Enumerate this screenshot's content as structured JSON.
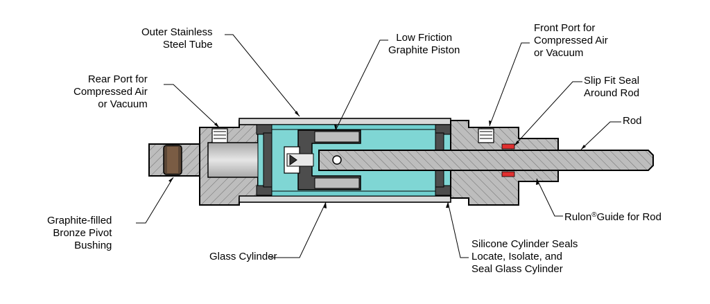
{
  "labels": {
    "outer_tube": [
      "Outer Stainless",
      "Steel Tube"
    ],
    "piston": [
      "Low Friction",
      "Graphite Piston"
    ],
    "front_port": [
      "Front Port for",
      "Compressed Air",
      "or Vacuum"
    ],
    "rear_port": [
      "Rear Port for",
      "Compressed Air",
      "or Vacuum"
    ],
    "slip_seal": [
      "Slip Fit Seal",
      "Around Rod"
    ],
    "rod": "Rod",
    "bushing": [
      "Graphite-filled",
      "Bronze Pivot",
      "Bushing"
    ],
    "glass": "Glass Cylinder",
    "rulon_a": "Rulon",
    "rulon_reg": "®",
    "rulon_b": "Guide for Rod",
    "silicone": [
      "Silicone Cylinder Seals",
      "Locate, Isolate, and",
      "Seal Glass Cylinder"
    ]
  },
  "colors": {
    "body": "#b9b9b9",
    "dark": "#4d4d4d",
    "glass": "#6fcfcf",
    "bushing": "#5a4636",
    "seal": "#e03030",
    "line": "#000000"
  }
}
